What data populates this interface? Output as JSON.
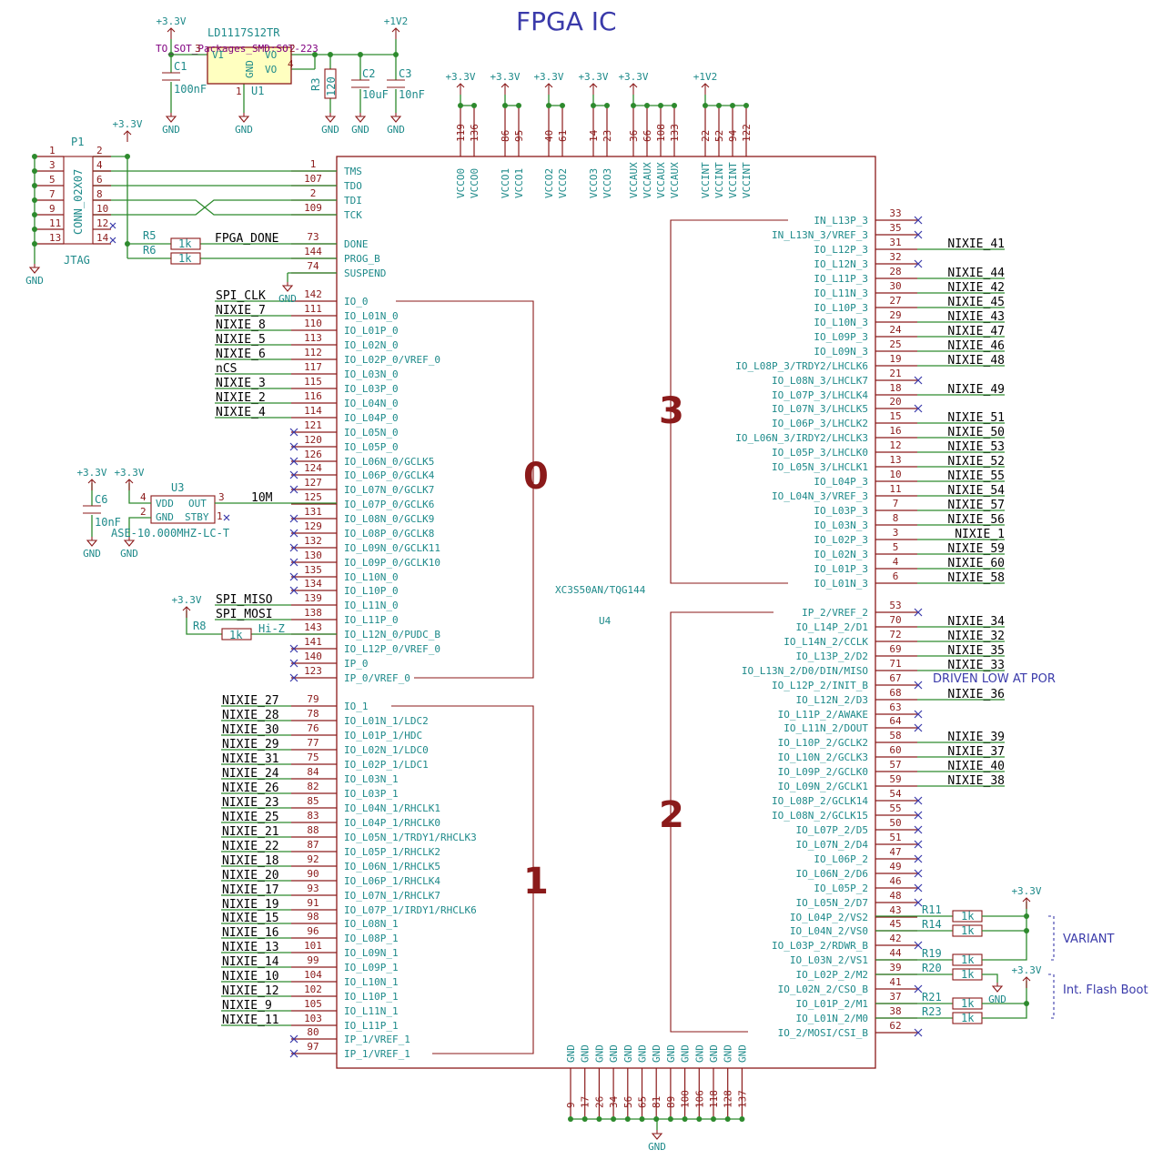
{
  "title": "FPGA IC",
  "fpga": {
    "part": "XC3S50AN/TQG144",
    "ref": "U4",
    "banks": [
      "0",
      "1",
      "2",
      "3"
    ],
    "vcc_groups": [
      {
        "rail": "+3.3V",
        "pins": [
          "119",
          "136"
        ],
        "names": [
          "VCCO0",
          "VCCO0"
        ]
      },
      {
        "rail": "+3.3V",
        "pins": [
          "86",
          "95"
        ],
        "names": [
          "VCCO1",
          "VCCO1"
        ]
      },
      {
        "rail": "+3.3V",
        "pins": [
          "40",
          "61"
        ],
        "names": [
          "VCCO2",
          "VCCO2"
        ]
      },
      {
        "rail": "+3.3V",
        "pins": [
          "14",
          "23"
        ],
        "names": [
          "VCCO3",
          "VCCO3"
        ]
      },
      {
        "rail": "+3.3V",
        "pins": [
          "36",
          "66",
          "108",
          "133"
        ],
        "names": [
          "VCCAUX",
          "VCCAUX",
          "VCCAUX",
          "VCCAUX"
        ]
      },
      {
        "rail": "+1V2",
        "pins": [
          "22",
          "52",
          "94",
          "122"
        ],
        "names": [
          "VCCINT",
          "VCCINT",
          "VCCINT",
          "VCCINT"
        ]
      }
    ],
    "gnd_pins": [
      "9",
      "17",
      "26",
      "34",
      "56",
      "65",
      "81",
      "89",
      "100",
      "106",
      "118",
      "128",
      "137"
    ],
    "gnd_label": "GND",
    "left_pins": [
      {
        "pin": "1",
        "name": "TMS",
        "net": ""
      },
      {
        "pin": "107",
        "name": "TDO",
        "net": ""
      },
      {
        "pin": "2",
        "name": "TDI",
        "net": ""
      },
      {
        "pin": "109",
        "name": "TCK",
        "net": ""
      },
      {
        "pin": "73",
        "name": "DONE",
        "net": "FPGA_DONE"
      },
      {
        "pin": "144",
        "name": "PROG_B",
        "net": ""
      },
      {
        "pin": "74",
        "name": "SUSPEND",
        "net": ""
      },
      {
        "pin": "142",
        "name": "IO_0",
        "net": "SPI_CLK"
      },
      {
        "pin": "111",
        "name": "IO_L01N_0",
        "net": "NIXIE_7"
      },
      {
        "pin": "110",
        "name": "IO_L01P_0",
        "net": "NIXIE_8"
      },
      {
        "pin": "113",
        "name": "IO_L02N_0",
        "net": "NIXIE_5"
      },
      {
        "pin": "112",
        "name": "IO_L02P_0/VREF_0",
        "net": "NIXIE_6"
      },
      {
        "pin": "117",
        "name": "IO_L03N_0",
        "net": "nCS"
      },
      {
        "pin": "115",
        "name": "IO_L03P_0",
        "net": "NIXIE_3"
      },
      {
        "pin": "116",
        "name": "IO_L04N_0",
        "net": "NIXIE_2"
      },
      {
        "pin": "114",
        "name": "IO_L04P_0",
        "net": "NIXIE_4"
      },
      {
        "pin": "121",
        "name": "IO_L05N_0",
        "net": ""
      },
      {
        "pin": "120",
        "name": "IO_L05P_0",
        "net": ""
      },
      {
        "pin": "126",
        "name": "IO_L06N_0/GCLK5",
        "net": ""
      },
      {
        "pin": "124",
        "name": "IO_L06P_0/GCLK4",
        "net": ""
      },
      {
        "pin": "127",
        "name": "IO_L07N_0/GCLK7",
        "net": ""
      },
      {
        "pin": "125",
        "name": "IO_L07P_0/GCLK6",
        "net": "10M"
      },
      {
        "pin": "131",
        "name": "IO_L08N_0/GCLK9",
        "net": ""
      },
      {
        "pin": "129",
        "name": "IO_L08P_0/GCLK8",
        "net": ""
      },
      {
        "pin": "132",
        "name": "IO_L09N_0/GCLK11",
        "net": ""
      },
      {
        "pin": "130",
        "name": "IO_L09P_0/GCLK10",
        "net": ""
      },
      {
        "pin": "135",
        "name": "IO_L10N_0",
        "net": ""
      },
      {
        "pin": "134",
        "name": "IO_L10P_0",
        "net": ""
      },
      {
        "pin": "139",
        "name": "IO_L11N_0",
        "net": "SPI_MISO"
      },
      {
        "pin": "138",
        "name": "IO_L11P_0",
        "net": "SPI_MOSI"
      },
      {
        "pin": "143",
        "name": "IO_L12N_0/PUDC_B",
        "net": "Hi-Z"
      },
      {
        "pin": "141",
        "name": "IO_L12P_0/VREF_0",
        "net": ""
      },
      {
        "pin": "140",
        "name": "IP_0",
        "net": ""
      },
      {
        "pin": "123",
        "name": "IP_0/VREF_0",
        "net": ""
      },
      {
        "pin": "79",
        "name": "IO_1",
        "net": "NIXIE_27"
      },
      {
        "pin": "78",
        "name": "IO_L01N_1/LDC2",
        "net": "NIXIE_28"
      },
      {
        "pin": "76",
        "name": "IO_L01P_1/HDC",
        "net": "NIXIE_30"
      },
      {
        "pin": "77",
        "name": "IO_L02N_1/LDC0",
        "net": "NIXIE_29"
      },
      {
        "pin": "75",
        "name": "IO_L02P_1/LDC1",
        "net": "NIXIE_31"
      },
      {
        "pin": "84",
        "name": "IO_L03N_1",
        "net": "NIXIE_24"
      },
      {
        "pin": "82",
        "name": "IO_L03P_1",
        "net": "NIXIE_26"
      },
      {
        "pin": "85",
        "name": "IO_L04N_1/RHCLK1",
        "net": "NIXIE_23"
      },
      {
        "pin": "83",
        "name": "IO_L04P_1/RHCLK0",
        "net": "NIXIE_25"
      },
      {
        "pin": "88",
        "name": "IO_L05N_1/TRDY1/RHCLK3",
        "net": "NIXIE_21"
      },
      {
        "pin": "87",
        "name": "IO_L05P_1/RHCLK2",
        "net": "NIXIE_22"
      },
      {
        "pin": "92",
        "name": "IO_L06N_1/RHCLK5",
        "net": "NIXIE_18"
      },
      {
        "pin": "90",
        "name": "IO_L06P_1/RHCLK4",
        "net": "NIXIE_20"
      },
      {
        "pin": "93",
        "name": "IO_L07N_1/RHCLK7",
        "net": "NIXIE_17"
      },
      {
        "pin": "91",
        "name": "IO_L07P_1/IRDY1/RHCLK6",
        "net": "NIXIE_19"
      },
      {
        "pin": "98",
        "name": "IO_L08N_1",
        "net": "NIXIE_15"
      },
      {
        "pin": "96",
        "name": "IO_L08P_1",
        "net": "NIXIE_16"
      },
      {
        "pin": "101",
        "name": "IO_L09N_1",
        "net": "NIXIE_13"
      },
      {
        "pin": "99",
        "name": "IO_L09P_1",
        "net": "NIXIE_14"
      },
      {
        "pin": "104",
        "name": "IO_L10N_1",
        "net": "NIXIE_10"
      },
      {
        "pin": "102",
        "name": "IO_L10P_1",
        "net": "NIXIE_12"
      },
      {
        "pin": "105",
        "name": "IO_L11N_1",
        "net": "NIXIE_9"
      },
      {
        "pin": "103",
        "name": "IO_L11P_1",
        "net": "NIXIE_11"
      },
      {
        "pin": "80",
        "name": "IP_1/VREF_1",
        "net": ""
      },
      {
        "pin": "97",
        "name": "IP_1/VREF_1",
        "net": ""
      }
    ],
    "right_pins": [
      {
        "pin": "33",
        "name": "IN_L13P_3",
        "net": ""
      },
      {
        "pin": "35",
        "name": "IN_L13N_3/VREF_3",
        "net": ""
      },
      {
        "pin": "31",
        "name": "IO_L12P_3",
        "net": "NIXIE_41"
      },
      {
        "pin": "32",
        "name": "IO_L12N_3",
        "net": ""
      },
      {
        "pin": "28",
        "name": "IO_L11P_3",
        "net": "NIXIE_44"
      },
      {
        "pin": "30",
        "name": "IO_L11N_3",
        "net": "NIXIE_42"
      },
      {
        "pin": "27",
        "name": "IO_L10P_3",
        "net": "NIXIE_45"
      },
      {
        "pin": "29",
        "name": "IO_L10N_3",
        "net": "NIXIE_43"
      },
      {
        "pin": "24",
        "name": "IO_L09P_3",
        "net": "NIXIE_47"
      },
      {
        "pin": "25",
        "name": "IO_L09N_3",
        "net": "NIXIE_46"
      },
      {
        "pin": "19",
        "name": "IO_L08P_3/TRDY2/LHCLK6",
        "net": "NIXIE_48"
      },
      {
        "pin": "21",
        "name": "IO_L08N_3/LHCLK7",
        "net": ""
      },
      {
        "pin": "18",
        "name": "IO_L07P_3/LHCLK4",
        "net": "NIXIE_49"
      },
      {
        "pin": "20",
        "name": "IO_L07N_3/LHCLK5",
        "net": ""
      },
      {
        "pin": "15",
        "name": "IO_L06P_3/LHCLK2",
        "net": "NIXIE_51"
      },
      {
        "pin": "16",
        "name": "IO_L06N_3/IRDY2/LHCLK3",
        "net": "NIXIE_50"
      },
      {
        "pin": "12",
        "name": "IO_L05P_3/LHCLK0",
        "net": "NIXIE_53"
      },
      {
        "pin": "13",
        "name": "IO_L05N_3/LHCLK1",
        "net": "NIXIE_52"
      },
      {
        "pin": "10",
        "name": "IO_L04P_3",
        "net": "NIXIE_55"
      },
      {
        "pin": "11",
        "name": "IO_L04N_3/VREF_3",
        "net": "NIXIE_54"
      },
      {
        "pin": "7",
        "name": "IO_L03P_3",
        "net": "NIXIE_57"
      },
      {
        "pin": "8",
        "name": "IO_L03N_3",
        "net": "NIXIE_56"
      },
      {
        "pin": "3",
        "name": "IO_L02P_3",
        "net": "NIXIE_1"
      },
      {
        "pin": "5",
        "name": "IO_L02N_3",
        "net": "NIXIE_59"
      },
      {
        "pin": "4",
        "name": "IO_L01P_3",
        "net": "NIXIE_60"
      },
      {
        "pin": "6",
        "name": "IO_L01N_3",
        "net": "NIXIE_58"
      },
      {
        "pin": "53",
        "name": "IP_2/VREF_2",
        "net": ""
      },
      {
        "pin": "70",
        "name": "IO_L14P_2/D1",
        "net": "NIXIE_34"
      },
      {
        "pin": "72",
        "name": "IO_L14N_2/CCLK",
        "net": "NIXIE_32"
      },
      {
        "pin": "69",
        "name": "IO_L13P_2/D2",
        "net": "NIXIE_35"
      },
      {
        "pin": "71",
        "name": "IO_L13N_2/D0/DIN/MISO",
        "net": "NIXIE_33"
      },
      {
        "pin": "67",
        "name": "IO_L12P_2/INIT_B",
        "net": ""
      },
      {
        "pin": "68",
        "name": "IO_L12N_2/D3",
        "net": "NIXIE_36"
      },
      {
        "pin": "63",
        "name": "IO_L11P_2/AWAKE",
        "net": ""
      },
      {
        "pin": "64",
        "name": "IO_L11N_2/DOUT",
        "net": ""
      },
      {
        "pin": "58",
        "name": "IO_L10P_2/GCLK2",
        "net": "NIXIE_39"
      },
      {
        "pin": "60",
        "name": "IO_L10N_2/GCLK3",
        "net": "NIXIE_37"
      },
      {
        "pin": "57",
        "name": "IO_L09P_2/GCLK0",
        "net": "NIXIE_40"
      },
      {
        "pin": "59",
        "name": "IO_L09N_2/GCLK1",
        "net": "NIXIE_38"
      },
      {
        "pin": "54",
        "name": "IO_L08P_2/GCLK14",
        "net": ""
      },
      {
        "pin": "55",
        "name": "IO_L08N_2/GCLK15",
        "net": ""
      },
      {
        "pin": "50",
        "name": "IO_L07P_2/D5",
        "net": ""
      },
      {
        "pin": "51",
        "name": "IO_L07N_2/D4",
        "net": ""
      },
      {
        "pin": "47",
        "name": "IO_L06P_2",
        "net": ""
      },
      {
        "pin": "49",
        "name": "IO_L06N_2/D6",
        "net": ""
      },
      {
        "pin": "46",
        "name": "IO_L05P_2",
        "net": ""
      },
      {
        "pin": "48",
        "name": "IO_L05N_2/D7",
        "net": ""
      },
      {
        "pin": "43",
        "name": "IO_L04P_2/VS2",
        "net": ""
      },
      {
        "pin": "45",
        "name": "IO_L04N_2/VS0",
        "net": ""
      },
      {
        "pin": "42",
        "name": "IO_L03P_2/RDWR_B",
        "net": ""
      },
      {
        "pin": "44",
        "name": "IO_L03N_2/VS1",
        "net": ""
      },
      {
        "pin": "39",
        "name": "IO_L02P_2/M2",
        "net": ""
      },
      {
        "pin": "41",
        "name": "IO_L02N_2/CSO_B",
        "net": ""
      },
      {
        "pin": "37",
        "name": "IO_L01P_2/M1",
        "net": ""
      },
      {
        "pin": "38",
        "name": "IO_L01N_2/M0",
        "net": ""
      },
      {
        "pin": "62",
        "name": "IO_2/MOSI/CSI_B",
        "net": ""
      }
    ]
  },
  "regulator": {
    "part": "LD1117S12TR",
    "footprint": "TO_SOT_Packages_SMD:SOT-223",
    "ref": "U1",
    "pin_vi": "VI",
    "pin_vo1": "VO",
    "pin_vo2": "VO",
    "pin_gnd": "GND",
    "n3": "3",
    "n2": "2",
    "n4": "4",
    "n1": "1"
  },
  "caps": [
    {
      "ref": "C1",
      "value": "100nF"
    },
    {
      "ref": "C2",
      "value": "10uF"
    },
    {
      "ref": "C3",
      "value": "10nF"
    },
    {
      "ref": "C6",
      "value": "10nF"
    }
  ],
  "resistors": [
    {
      "ref": "R3",
      "value": "120"
    },
    {
      "ref": "R5",
      "value": "1k"
    },
    {
      "ref": "R6",
      "value": "1k"
    },
    {
      "ref": "R8",
      "value": "1k"
    },
    {
      "ref": "R11",
      "value": "1k"
    },
    {
      "ref": "R14",
      "value": "1k"
    },
    {
      "ref": "R19",
      "value": "1k"
    },
    {
      "ref": "R20",
      "value": "1k"
    },
    {
      "ref": "R21",
      "value": "1k"
    },
    {
      "ref": "R23",
      "value": "1k"
    }
  ],
  "rails": {
    "v33": "+3.3V",
    "v12": "+1V2",
    "gnd": "GND"
  },
  "jtag": {
    "ref": "P1",
    "value": "CONN_02X07",
    "label": "JTAG",
    "pin_numbers": [
      "1",
      "2",
      "3",
      "4",
      "5",
      "6",
      "7",
      "8",
      "9",
      "10",
      "11",
      "12",
      "13",
      "14"
    ]
  },
  "osc": {
    "ref": "U3",
    "part": "ASE-10.000MHZ-LC-T",
    "pins": {
      "vdd": "VDD",
      "out": "OUT",
      "gnd": "GND",
      "stby": "STBY"
    },
    "n4": "4",
    "n3": "3",
    "n2": "2",
    "n1": "1"
  },
  "notes": {
    "driven_low": "DRIVEN LOW AT POR",
    "variant": "VARIANT",
    "flash_boot": "Int. Flash Boot"
  }
}
